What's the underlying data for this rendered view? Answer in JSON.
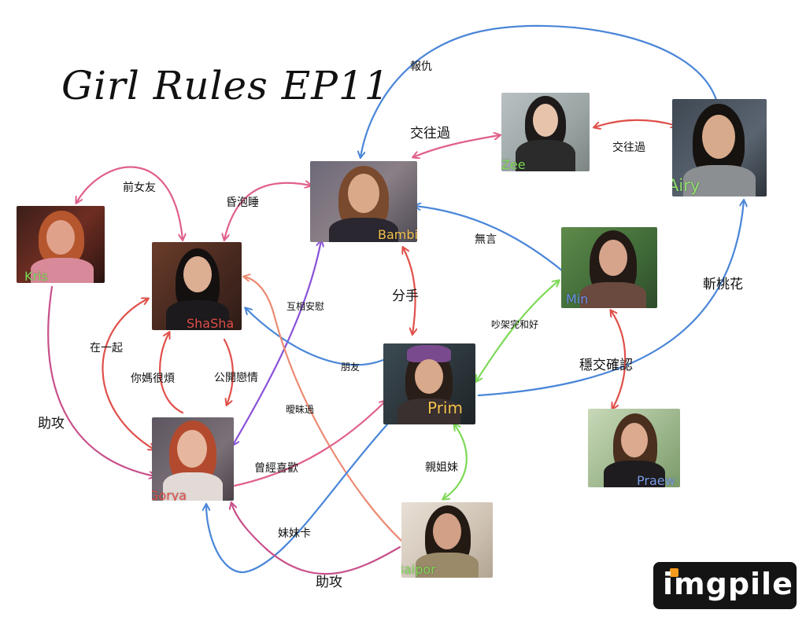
{
  "title": "Girl Rules EP11",
  "watermark": "imgpile",
  "people": {
    "bambi": {
      "name": "Bambi",
      "name_color": "#f2c24e"
    },
    "zee": {
      "name": "Zee",
      "name_color": "#7ed957"
    },
    "airy": {
      "name": "Airy",
      "name_color": "#8fe06a"
    },
    "kris": {
      "name": "Kris",
      "name_color": "#7ed957"
    },
    "shasha": {
      "name": "ShaSha",
      "name_color": "#e0504a"
    },
    "min": {
      "name": "Min",
      "name_color": "#6a8ee8"
    },
    "prim": {
      "name": "Prim",
      "name_color": "#f2c24e"
    },
    "gorya": {
      "name": "Gorya",
      "name_color": "#e0504a"
    },
    "praew": {
      "name": "Praew",
      "name_color": "#7a9be6"
    },
    "baipor": {
      "name": "Baipor",
      "name_color": "#7ed957"
    }
  },
  "relations": {
    "revenge": "報仇",
    "dated_bambi_zee": "交往過",
    "dated_zee_airy": "交往過",
    "ex_girlfriend": "前女友",
    "drunk_sleep": "昏泡睡",
    "silent": "無言",
    "breakup": "分手",
    "comfort": "互相安慰",
    "quarrel_makeup": "吵架完和好",
    "cut_flowers": "斬桃花",
    "together": "在一起",
    "mom_annoying": "你媽很煩",
    "public_love": "公開戀情",
    "friends": "朋友",
    "ambiguous": "曖昧過",
    "steady_confirm": "穩交確認",
    "wingman_left": "助攻",
    "once_liked": "曾經喜歡",
    "sisters": "親姐妹",
    "sister_card": "妹妹卡",
    "wingman_bottom": "助攻"
  },
  "colors": {
    "pink": "#e0608a",
    "salmon": "#ec8a72",
    "red": "#e0504a",
    "blue": "#4a86d8",
    "purple": "#8a52d8",
    "green": "#7ed957",
    "magenta": "#c8508a"
  }
}
